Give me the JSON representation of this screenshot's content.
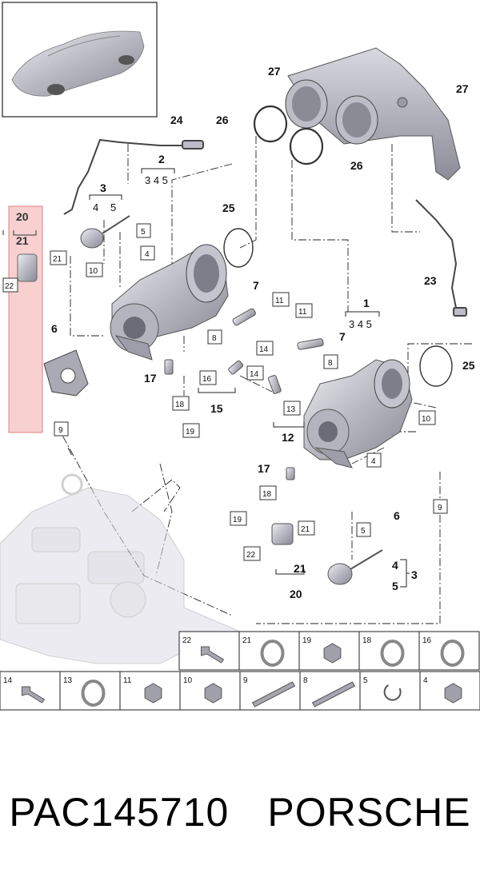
{
  "callouts": {
    "c1": "1",
    "c2": "2",
    "c3": "3",
    "c4": "4",
    "c5": "5",
    "c6": "6",
    "c7": "7",
    "c12": "12",
    "c15": "15",
    "c17": "17",
    "c20": "20",
    "c21": "21",
    "c23": "23",
    "c24": "24",
    "c25": "25",
    "c26": "26",
    "c27": "27",
    "sub345": "3 4 5",
    "sub4": "4",
    "sub5": "5",
    "box4": "4",
    "box5": "5",
    "box8": "8",
    "box9": "9",
    "box10": "10",
    "box11": "11",
    "box13": "13",
    "box14": "14",
    "box16": "16",
    "box18": "18",
    "box19": "19",
    "box21": "21",
    "box22": "22"
  },
  "legend": [
    "22",
    "21",
    "19",
    "18",
    "16",
    "14",
    "13",
    "11",
    "10",
    "9",
    "8",
    "5",
    "4"
  ],
  "footer": {
    "part_number": "PAC145710",
    "brand": "PORSCHE"
  },
  "colors": {
    "highlight": "#f8d0d0",
    "highlight_border": "#e08080",
    "line": "#222222",
    "part_fill": "#c8c8d0"
  }
}
